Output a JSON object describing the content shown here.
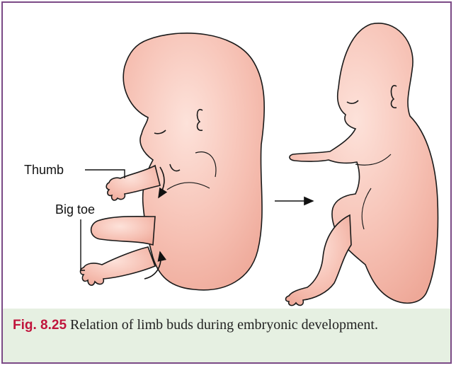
{
  "figure": {
    "labels": {
      "thumb": "Thumb",
      "big_toe": "Big toe"
    },
    "caption": {
      "number": "Fig. 8.25",
      "text": "Relation of limb buds during embryonic development."
    },
    "colors": {
      "border": "#7b4a86",
      "caption_background": "#e6f0e2",
      "caption_label": "#c0143c",
      "skin_fill": "#f7c6bb",
      "skin_stroke": "#1a1a1a"
    }
  }
}
